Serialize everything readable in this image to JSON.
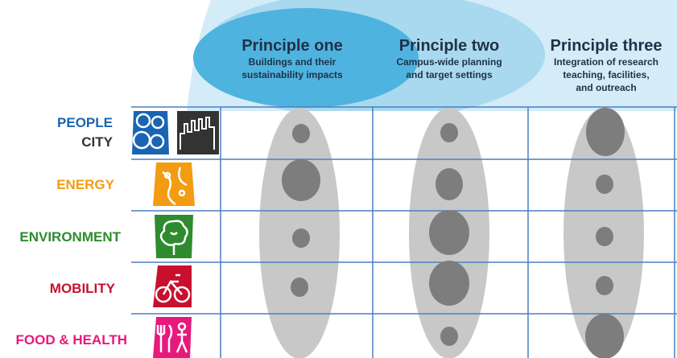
{
  "principles": [
    {
      "title": "Principle one",
      "subtitle_lines": [
        "Buildings and their",
        "sustainability impacts"
      ]
    },
    {
      "title": "Principle two",
      "subtitle_lines": [
        "Campus-wide planning",
        "and target settings"
      ]
    },
    {
      "title": "Principle three",
      "subtitle_lines": [
        "Integration of research",
        "teaching, facilities,",
        "and outreach"
      ]
    }
  ],
  "rows": [
    {
      "labels": [
        "PEOPLE",
        "CITY"
      ],
      "colors": [
        "#1b64b4",
        "#333333"
      ],
      "icons": [
        "people-icon",
        "city-skyline-icon"
      ]
    },
    {
      "labels": [
        "ENERGY"
      ],
      "colors": [
        "#f39c12"
      ],
      "icons": [
        "energy-icon"
      ]
    },
    {
      "labels": [
        "ENVIRONMENT"
      ],
      "colors": [
        "#2e8b2e"
      ],
      "icons": [
        "tree-icon"
      ]
    },
    {
      "labels": [
        "MOBILITY"
      ],
      "colors": [
        "#c8102e"
      ],
      "icons": [
        "bicycle-icon"
      ]
    },
    {
      "labels": [
        "FOOD & HEALTH"
      ],
      "colors": [
        "#e6197d"
      ],
      "icons": [
        "food-health-icon"
      ]
    }
  ],
  "impact_levels": {
    "principle_one": [
      "small",
      "large",
      "small",
      "small",
      "none"
    ],
    "principle_two": [
      "small",
      "medium",
      "large",
      "large",
      "small"
    ],
    "principle_three": [
      "large",
      "small",
      "small",
      "small",
      "large"
    ]
  },
  "colors": {
    "header_light": "#d3ecf8",
    "header_mid": "#a9d9ef",
    "header_highlight": "#4fb3e0",
    "grid_line": "#4a7fc1",
    "ellipse": "#c8c8c8",
    "dot": "#7d7d7d"
  }
}
